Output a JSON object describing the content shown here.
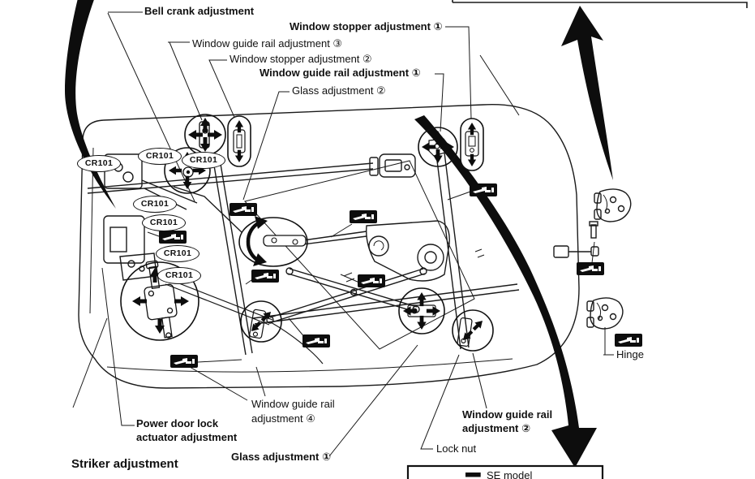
{
  "labels": {
    "bell_crank": "Bell crank adjustment",
    "window_stopper_1": "Window stopper adjustment ①",
    "window_guide_rail_3": "Window guide rail adjustment ③",
    "window_stopper_2": "Window stopper adjustment ②",
    "window_guide_rail_1": "Window guide rail adjustment ①",
    "glass_2": "Glass adjustment ②",
    "glass_1": "Glass adjustment ①",
    "window_guide_rail_4_l1": "Window guide rail",
    "window_guide_rail_4_l2": "adjustment ④",
    "window_guide_rail_2_l1": "Window guide rail",
    "window_guide_rail_2_l2": "adjustment ②",
    "power_door_lock_l1": "Power door lock",
    "power_door_lock_l2": "actuator adjustment",
    "striker": "Striker adjustment",
    "lock_nut": "Lock nut",
    "hinge": "Hinge",
    "se_model": "SE model"
  },
  "tags": {
    "part_code": "CR101"
  },
  "colors": {
    "ink": "#111111",
    "paper": "#ffffff"
  }
}
